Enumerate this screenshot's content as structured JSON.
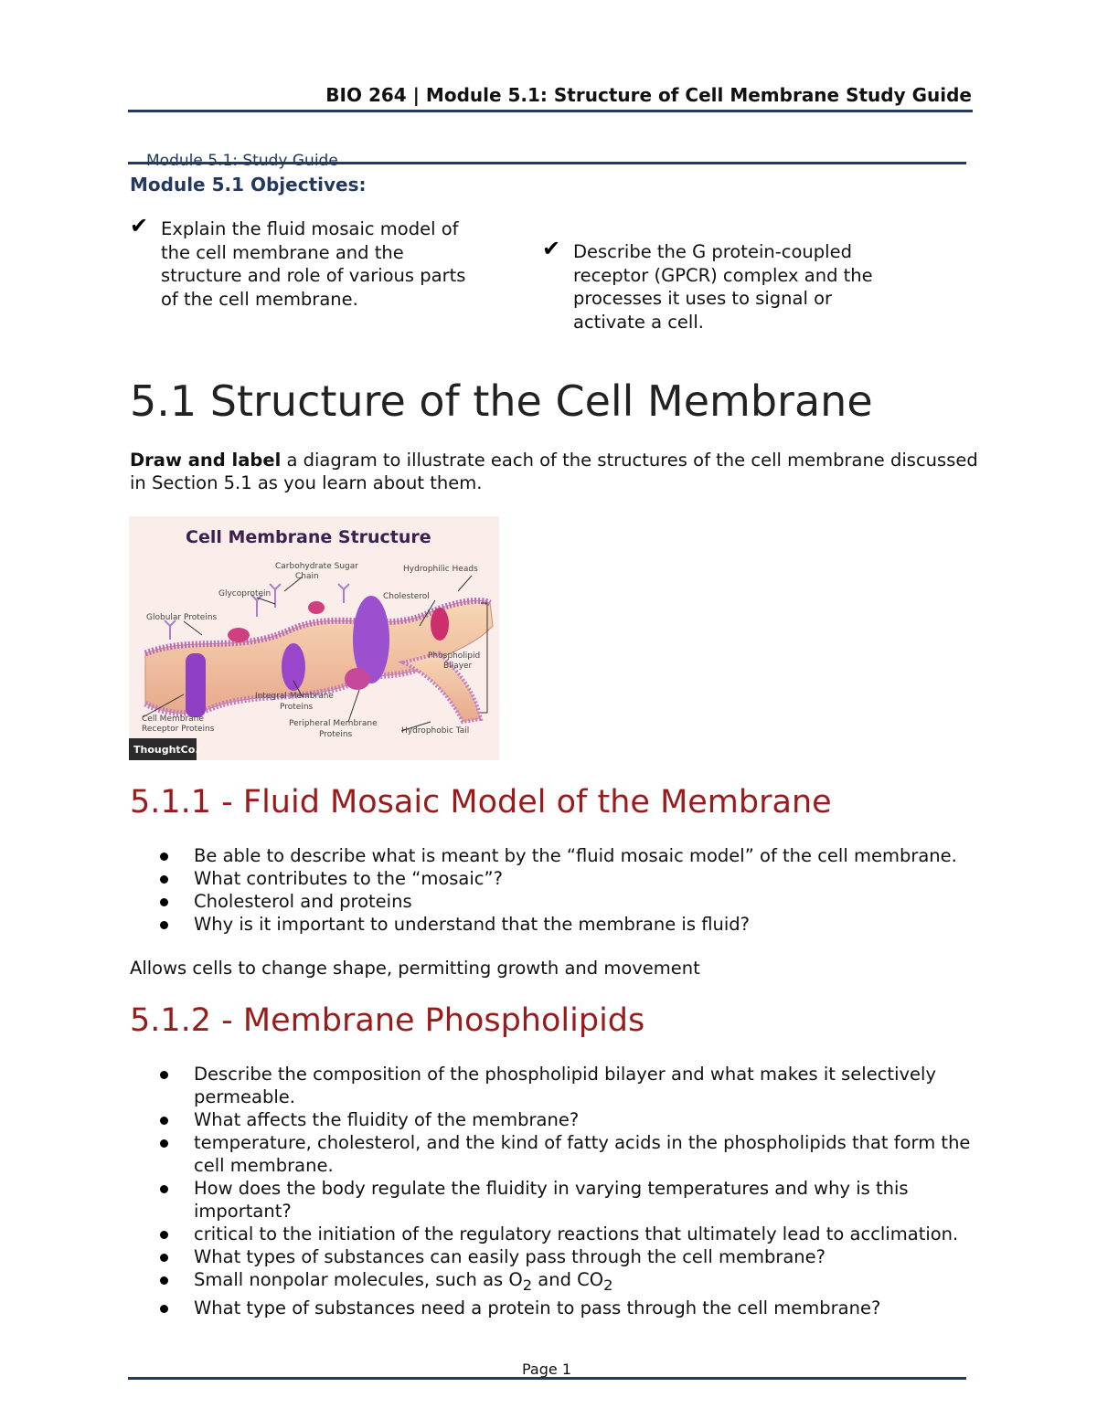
{
  "header": {
    "title": "BIO 264 | Module 5.1: Structure of Cell Membrane Study Guide",
    "ghost_title": "Module 5.1: Study Guide"
  },
  "objectives": {
    "heading": "Module 5.1 Objectives:",
    "check_icon": "check-mark-icon",
    "left_lines": [
      "Explain the fluid mosaic model of",
      "the cell membrane and the",
      "structure and role of various parts",
      "of the cell membrane."
    ],
    "right_lines": [
      "Describe the G protein-coupled",
      "receptor (GPCR) complex and the",
      "processes it uses to signal or",
      "activate a cell."
    ]
  },
  "section": {
    "title": "5.1 Structure of the Cell Membrane",
    "intro_bold": "Draw and label",
    "intro_rest": " a diagram to illustrate each of the structures of the cell membrane discussed in Section 5.1 as you learn about them."
  },
  "diagram": {
    "title": "Cell Membrane Structure",
    "labels": {
      "carb1": "Carbohydrate Sugar",
      "carb2": "Chain",
      "hydrophilic": "Hydrophilic Heads",
      "glycoprotein": "Glycoprotein",
      "cholesterol": "Cholesterol",
      "globular": "Globular Proteins",
      "phospho1": "Phospholipid",
      "phospho2": "Bilayer",
      "integral1": "Integral Membrane",
      "integral2": "Proteins",
      "receptor1": "Cell Membrane",
      "receptor2": "Receptor Proteins",
      "peripheral1": "Peripheral Membrane",
      "peripheral2": "Proteins",
      "hydrophobic": "Hydrophobic Tail"
    },
    "brand": "ThoughtCo."
  },
  "sub1": {
    "title": "5.1.1 - Fluid Mosaic Model of the Membrane",
    "bullets": [
      "Be able to describe what is meant by the “fluid mosaic model” of the cell membrane.",
      "What contributes to the “mosaic”?",
      "Cholesterol and proteins",
      "Why is it important to understand that the membrane is fluid?"
    ],
    "answer": "Allows cells to change shape, permitting growth and movement"
  },
  "sub2": {
    "title": "5.1.2 - Membrane Phospholipids",
    "bullets": [
      "Describe the composition of the phospholipid bilayer and what makes it selectively permeable.",
      "What affects the fluidity of the membrane?",
      "temperature, cholesterol, and the kind of fatty acids in the phospholipids that form the cell membrane.",
      "How does the body regulate the fluidity in varying temperatures and why is this important?",
      "critical to the initiation of the regulatory reactions that ultimately lead to acclimation.",
      "What types of substances can easily pass through the cell membrane?"
    ],
    "bullet_o2_prefix": "Small nonpolar molecules, such as O",
    "bullet_o2_sub": "2",
    "bullet_o2_mid": " and CO",
    "bullet_o2_sub2": "2",
    "last_bullet": "What type of substances need a protein to pass through the cell membrane?"
  },
  "footer": {
    "page": "Page 1"
  }
}
